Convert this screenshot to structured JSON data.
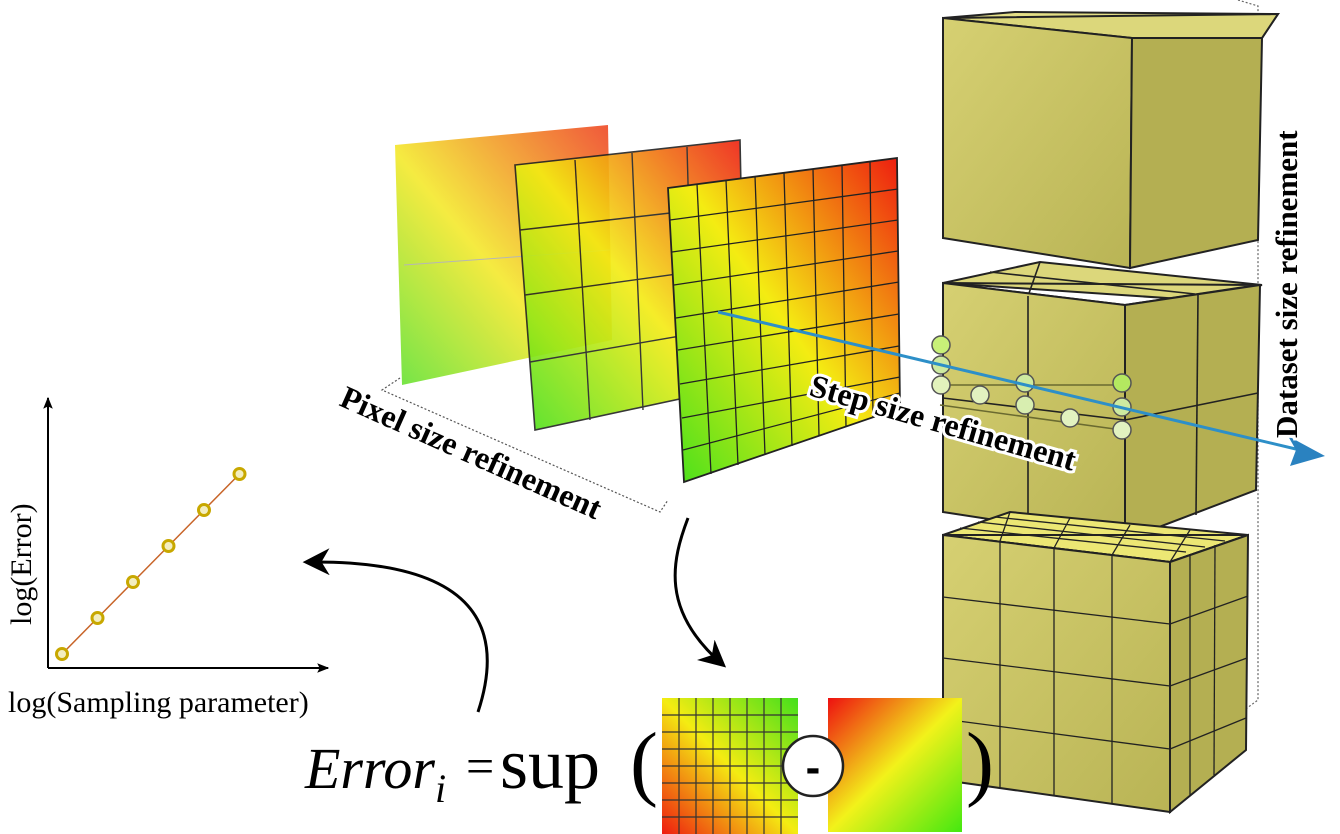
{
  "labels": {
    "pixel_refinement": "Pixel size refinement",
    "step_refinement": "Step size refinement",
    "dataset_refinement": "Dataset size refinement"
  },
  "plot": {
    "ylabel": "log(Error)",
    "xlabel": "log(Sampling parameter)",
    "points": [
      1,
      2,
      3,
      4,
      5,
      6
    ],
    "marker_color": "#c8a800",
    "line_color": "#c86428"
  },
  "formula": {
    "lhs": "Error",
    "subscript": "i",
    "equals": "=",
    "operator": "sup",
    "open_paren": "(",
    "minus": "-",
    "close_paren": ")"
  },
  "colors": {
    "cube_fill": "#cfc96a",
    "cube_top": "#e6e17e",
    "cube_side": "#aaa54a",
    "arrow": "#2d8fc8",
    "sample_point": "#cdeaa0"
  }
}
